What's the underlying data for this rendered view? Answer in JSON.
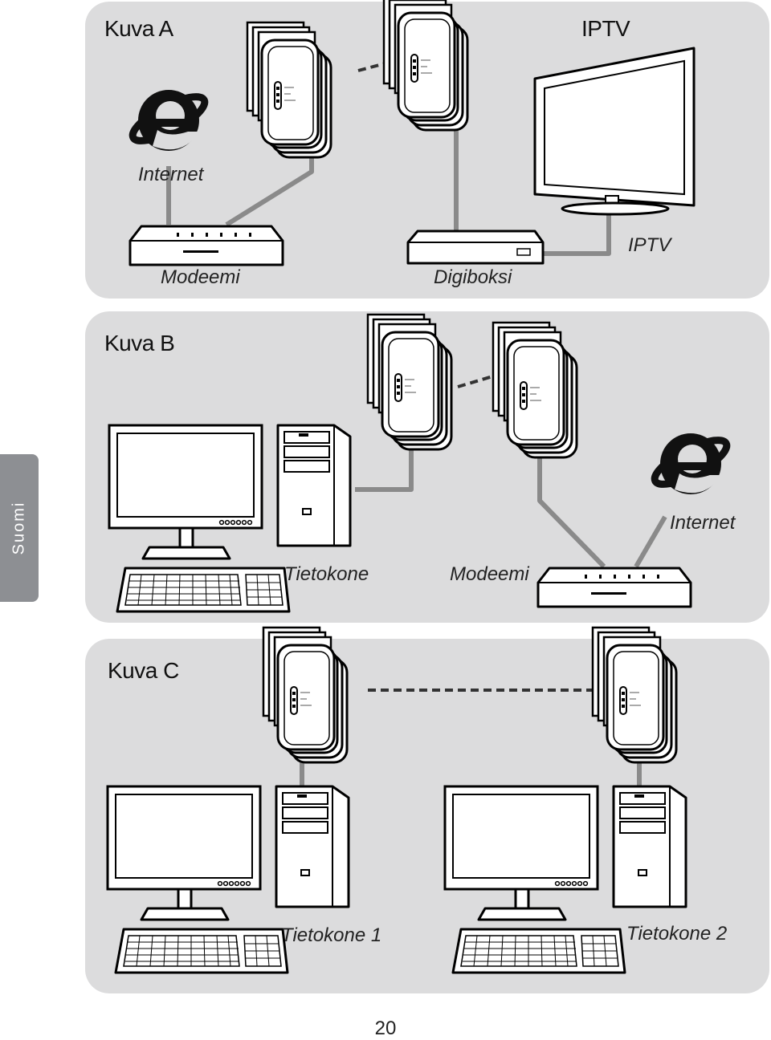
{
  "side_tab": "Suomi",
  "page_number": "20",
  "panel_a": {
    "title": "Kuva A",
    "title_right": "IPTV",
    "label_internet": "Internet",
    "label_modem": "Modeemi",
    "label_stb": "Digiboksi",
    "label_iptv": "IPTV"
  },
  "panel_b": {
    "title": "Kuva B",
    "label_internet": "Internet",
    "label_computer": "Tietokone",
    "label_modem": "Modeemi"
  },
  "panel_c": {
    "title": "Kuva C",
    "label_computer1": "Tietokone 1",
    "label_computer2": "Tietokone 2"
  },
  "colors": {
    "panel_bg": "#dcdcdd",
    "cable": "#8a8a8a",
    "tab_bg": "#8d8f93"
  },
  "icons": [
    "internet-explorer-icon",
    "powerline-adapter-icon",
    "modem-icon",
    "set-top-box-icon",
    "tv-icon",
    "computer-icon"
  ]
}
